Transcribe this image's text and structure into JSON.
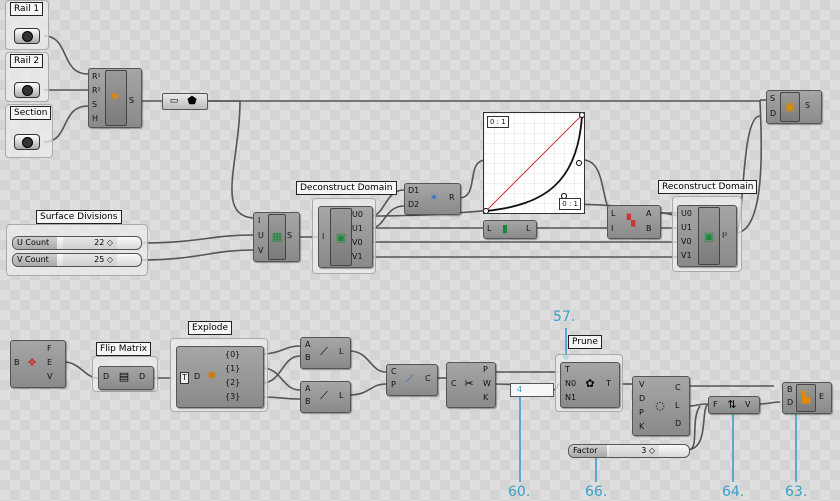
{
  "params": {
    "rail1": "Rail 1",
    "rail2": "Rail 2",
    "section": "Section"
  },
  "groups": {
    "surface_divisions": "Surface Divisions",
    "deconstruct_domain": "Deconstruct Domain",
    "reconstruct_domain": "Reconstruct Domain",
    "flip_matrix": "Flip Matrix",
    "explode": "Explode",
    "prune": "Prune"
  },
  "sliders": [
    {
      "name": "U Count",
      "value": "22 ◇"
    },
    {
      "name": "V Count",
      "value": "25 ◇"
    },
    {
      "name": "Factor",
      "value": "3 ◇"
    }
  ],
  "graph": {
    "top_label": "0 : 1",
    "bottom_label": "0 : 1"
  },
  "panel_value": "4",
  "callouts": {
    "c57": "57.",
    "c60": "60.",
    "c66": "66.",
    "c64": "64.",
    "c63": "63."
  },
  "ports": {
    "sweep_in": [
      "R¹",
      "R²",
      "S",
      "H"
    ],
    "sweep_out": "S",
    "surf_in": [
      "I",
      "U",
      "V"
    ],
    "surf_out": "S",
    "dd_in": "I",
    "dd_out": [
      "U0",
      "U1",
      "V0",
      "V1"
    ],
    "grad_in": [
      "D1",
      "D2"
    ],
    "grad_out": "R",
    "lbox_in": "L",
    "lbox_out": "L",
    "ab_in": [
      "L",
      "I"
    ],
    "ab_out": [
      "A",
      "B"
    ],
    "rd_in": [
      "U0",
      "U1",
      "V0",
      "V1"
    ],
    "rd_out": "I²",
    "sd_in": [
      "S",
      "D"
    ],
    "sd_out": "S",
    "exp_in": "B",
    "exp_out": [
      "F",
      "E",
      "V"
    ],
    "flip_in": "D",
    "flip_out": "D",
    "explode_in": "T",
    "explode_icon": "D",
    "explode_out": [
      "{0}",
      "{1}",
      "{2}",
      "{3}"
    ],
    "line1_in": [
      "A",
      "B"
    ],
    "line1_out": "L",
    "line2_in": [
      "A",
      "B"
    ],
    "line2_out": "L",
    "pc_in": [
      "C",
      "P"
    ],
    "pc_out": "C",
    "cx_in": "C",
    "cx_out": [
      "P",
      "W",
      "K"
    ],
    "prune_in": [
      "T",
      "N0",
      "N1"
    ],
    "prune_out": "T",
    "cp_in": [
      "V",
      "D",
      "P",
      "K"
    ],
    "cp_out": [
      "C",
      "L",
      "D"
    ],
    "fv_in": "F",
    "fv_out": "V",
    "bde_in": [
      "B",
      "D"
    ],
    "bde_out": "E"
  }
}
